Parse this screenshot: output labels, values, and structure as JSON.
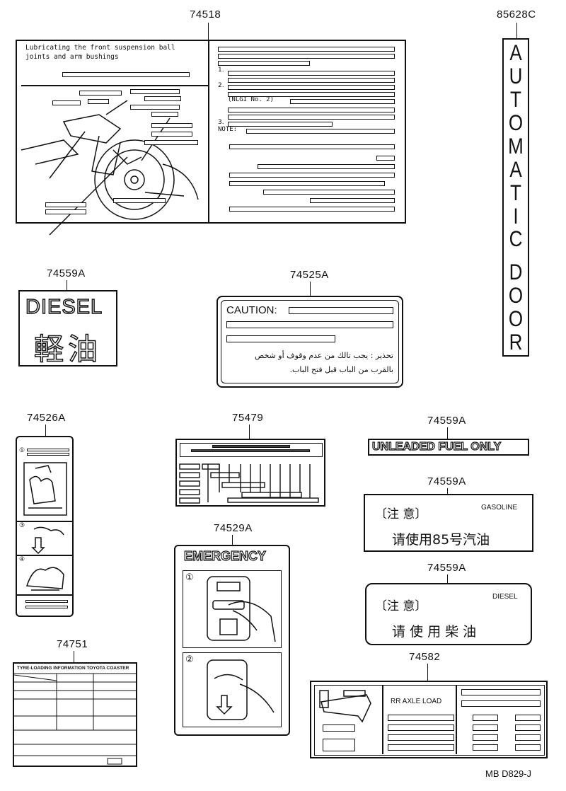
{
  "parts": {
    "p74518": "74518",
    "p85628c": "85628C",
    "p74559a_1": "74559A",
    "p74525a": "74525A",
    "p74526a": "74526A",
    "p75479": "75479",
    "p74559a_2": "74559A",
    "p74559a_3": "74559A",
    "p74529a": "74529A",
    "p74559a_4": "74559A",
    "p74751": "74751",
    "p74582": "74582"
  },
  "suspension_label": {
    "heading_line1": "Lubricating the front suspension ball",
    "heading_line2": "joints and arm bushings",
    "step1": "1.",
    "step2": "2.",
    "nlgi": "(NLGI No. 2)",
    "step3": "3.",
    "note": "NOTE:"
  },
  "auto_door": {
    "letters": [
      "A",
      "U",
      "T",
      "O",
      "M",
      "A",
      "T",
      "I",
      "C",
      "D",
      "O",
      "O",
      "R"
    ]
  },
  "diesel_label": {
    "line1": "DIESEL",
    "line2": "軽油"
  },
  "caution_label": {
    "title": "CAUTION:",
    "arabic1": "تحذير : يجب تالك من عدم وقوف أو شخص",
    "arabic2": "بالقرب من الباب قبل فتح الباب."
  },
  "unleaded_label": {
    "text": "UNLEADED FUEL ONLY"
  },
  "gasoline_label": {
    "notice": "〔注 意〕",
    "type": "GASOLINE",
    "body": "请使用85号汽油"
  },
  "diesel_notice_label": {
    "notice": "〔注 意〕",
    "type": "DIESEL",
    "body": "请 使 用 柴 油"
  },
  "emergency_label": {
    "title": "EMERGENCY",
    "step1": "①",
    "step2": "②"
  },
  "instruction_label": {
    "step1": "①",
    "step3": "③",
    "step4": "④"
  },
  "tyre_label": {
    "header": "TYRE-LOADING INFORMATION  TOYOTA COASTER"
  },
  "axle_label": {
    "text": "RR AXLE LOAD"
  },
  "diagram_code": "MB D829-J"
}
